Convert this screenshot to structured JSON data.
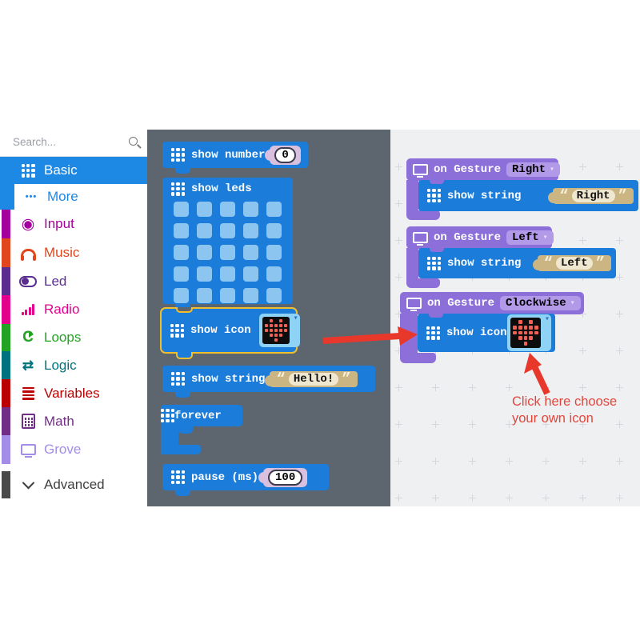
{
  "sidebar": {
    "search_placeholder": "Search...",
    "items": [
      {
        "label": "Basic",
        "color": "#1e88e5"
      },
      {
        "label": "More",
        "color": "#1e88e5"
      },
      {
        "label": "Input",
        "color": "#a4009d"
      },
      {
        "label": "Music",
        "color": "#e2461d"
      },
      {
        "label": "Led",
        "color": "#5c2d91"
      },
      {
        "label": "Radio",
        "color": "#e3008c"
      },
      {
        "label": "Loops",
        "color": "#23a323"
      },
      {
        "label": "Logic",
        "color": "#00737e"
      },
      {
        "label": "Variables",
        "color": "#bb0000"
      },
      {
        "label": "Math",
        "color": "#722e86"
      },
      {
        "label": "Grove",
        "color": "#a48de8"
      },
      {
        "label": "Advanced",
        "color": "#3f3f3f"
      }
    ]
  },
  "flyout": {
    "show_number": {
      "label": "show number",
      "value": "0"
    },
    "show_leds": {
      "label": "show leds"
    },
    "show_icon": {
      "label": "show icon"
    },
    "show_string": {
      "label": "show string",
      "value": "Hello!"
    },
    "forever": {
      "label": "forever"
    },
    "pause": {
      "label": "pause (ms)",
      "value": "100"
    }
  },
  "workspace": {
    "events": [
      {
        "label": "on Gesture",
        "gesture": "Right",
        "child_label": "show string",
        "child_value": "Right"
      },
      {
        "label": "on Gesture",
        "gesture": "Left",
        "child_label": "show string",
        "child_value": "Left"
      },
      {
        "label": "on Gesture",
        "gesture": "Clockwise",
        "child_label": "show icon"
      }
    ],
    "annotation": {
      "line1": "Click here choose",
      "line2": "your own icon"
    }
  },
  "glyphs": {
    "open_quote": "“",
    "close_quote": "”",
    "dropdown_arrow": "▾",
    "more_icon": "•••",
    "input_icon": "◉",
    "logic_icon": "⇄"
  },
  "led_icon_pattern": [
    "01010",
    "11111",
    "11111",
    "01110",
    "00100"
  ],
  "colors": {
    "block_blue": "#1b7cd9",
    "block_purple": "#8c6fd9",
    "dropdown_purple": "#b39ae8",
    "flyout_bg": "#5d666e",
    "workspace_bg": "#eef0f2",
    "highlight_yellow": "#f1bf2e",
    "annotation_red": "#e8382c",
    "string_field_tan": "#cab583",
    "number_field_lavender": "#d9c0de",
    "led_unlit_blue": "#8cc5f0",
    "led_on_red": "#ef6055",
    "sidebar_selected_blue": "#1e88e5"
  }
}
